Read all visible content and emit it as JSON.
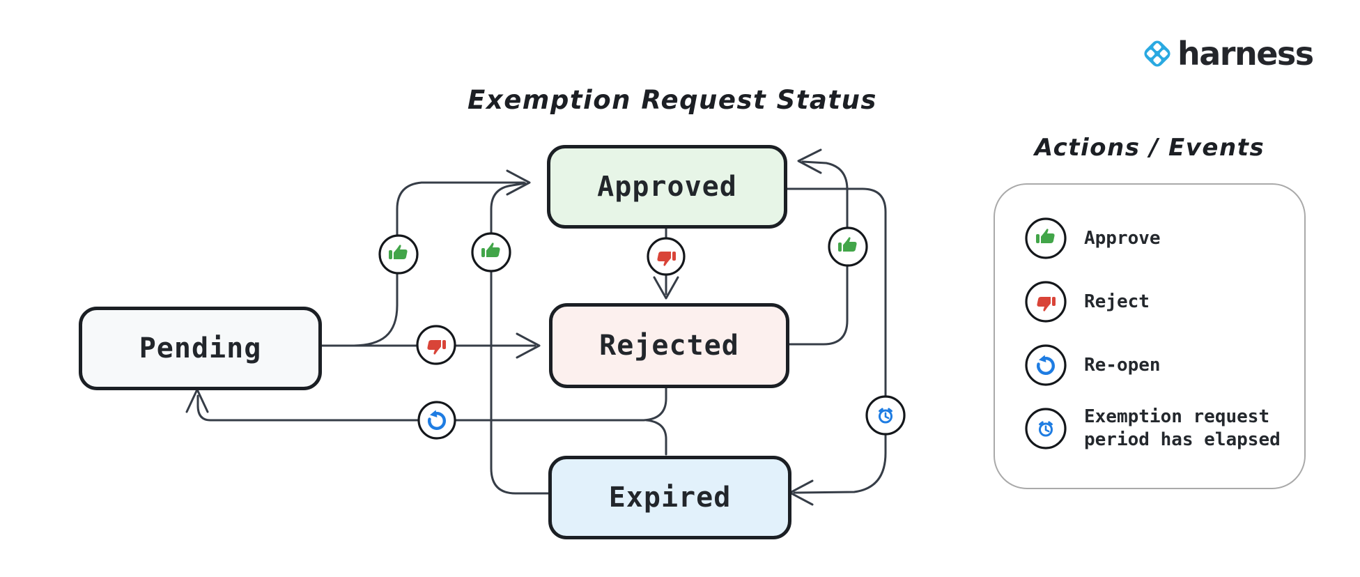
{
  "title": "Exemption Request Status",
  "brand": {
    "name": "harness"
  },
  "states": {
    "pending": {
      "label": "Pending",
      "fill": "#f7f9fa"
    },
    "approved": {
      "label": "Approved",
      "fill": "#e7f5e7"
    },
    "rejected": {
      "label": "Rejected",
      "fill": "#fcf0ee"
    },
    "expired": {
      "label": "Expired",
      "fill": "#e2f1fb"
    }
  },
  "legend": {
    "title": "Actions / Events",
    "items": [
      {
        "icon": "thumbs-up-icon",
        "label": "Approve"
      },
      {
        "icon": "thumbs-down-icon",
        "label": "Reject"
      },
      {
        "icon": "reopen-icon",
        "label": "Re-open"
      },
      {
        "icon": "alarm-clock-icon",
        "label": "Exemption request period has elapsed"
      }
    ]
  },
  "diagram": {
    "transitions": [
      {
        "from": "Pending",
        "to": "Approved",
        "action": "Approve"
      },
      {
        "from": "Pending",
        "to": "Rejected",
        "action": "Reject"
      },
      {
        "from": "Approved",
        "to": "Rejected",
        "action": "Reject"
      },
      {
        "from": "Rejected",
        "to": "Approved",
        "action": "Approve"
      },
      {
        "from": "Expired",
        "to": "Approved",
        "action": "Approve"
      },
      {
        "from": "Approved",
        "to": "Expired",
        "action": "Exemption request period has elapsed"
      },
      {
        "from": "Rejected",
        "to": "Pending",
        "action": "Re-open"
      },
      {
        "from": "Expired",
        "to": "Pending",
        "action": "Re-open"
      }
    ]
  },
  "colors": {
    "approve_green": "#42a549",
    "reject_red": "#d94438",
    "event_blue": "#1e7ce2",
    "brand_blue": "#2aa9e1",
    "edge_stroke": "#363d47",
    "box_border": "#1b1f24"
  }
}
